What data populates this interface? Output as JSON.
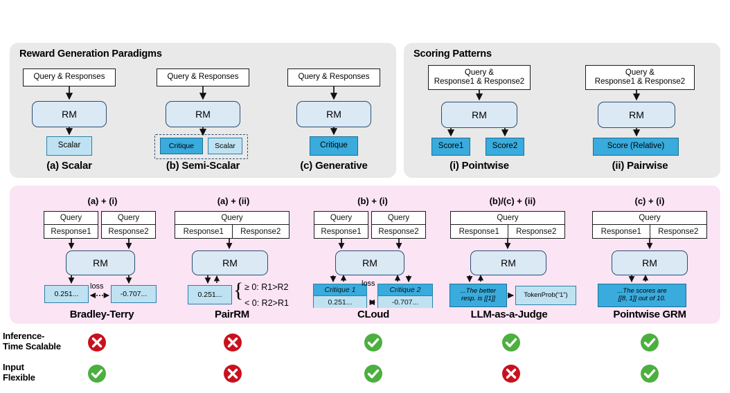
{
  "colors": {
    "panel_gray": "#e9e9e9",
    "panel_pink": "#fbe4f4",
    "rm_fill": "#dbe9f5",
    "light_blue": "#bfe2f2",
    "dark_blue": "#39abdc",
    "check_green": "#4caf3f",
    "cross_red": "#c9111e"
  },
  "top_left_panel": {
    "title": "Reward Generation Paradigms",
    "columns": [
      {
        "input": "Query & Responses",
        "model": "RM",
        "output": "Scalar",
        "output_style": "light",
        "caption": "(a) Scalar"
      },
      {
        "input": "Query & Responses",
        "model": "RM",
        "output_group": [
          "Critique",
          "Scalar"
        ],
        "caption": "(b) Semi-Scalar"
      },
      {
        "input": "Query & Responses",
        "model": "RM",
        "output": "Critique",
        "output_style": "dark",
        "caption": "(c) Generative"
      }
    ]
  },
  "top_right_panel": {
    "title": "Scoring Patterns",
    "columns": [
      {
        "input_line1": "Query &",
        "input_line2": "Response1 & Response2",
        "model": "RM",
        "outputs": [
          "Score1",
          "Score2"
        ],
        "caption": "(i) Pointwise"
      },
      {
        "input_line1": "Query &",
        "input_line2": "Response1 & Response2",
        "model": "RM",
        "outputs": [
          "Score (Relative)"
        ],
        "caption": "(ii) Pairwise"
      }
    ]
  },
  "bottom_panel": {
    "columns": [
      {
        "header": "(a) + (i)",
        "name": "Bradley-Terry",
        "cards": [
          {
            "top": "Query",
            "bottom": [
              "Response1"
            ]
          },
          {
            "top": "Query",
            "bottom": [
              "Response2"
            ]
          }
        ],
        "model": "RM",
        "outputs": [
          "0.251...",
          "-0.707..."
        ],
        "loss_label": "loss"
      },
      {
        "header": "(a) + (ii)",
        "name": "PairRM",
        "cards": [
          {
            "top": "Query",
            "bottom": [
              "Response1",
              "Response2"
            ]
          }
        ],
        "model": "RM",
        "outputs": [
          "0.251..."
        ],
        "brace_lines": [
          "≥ 0: R1>R2",
          "< 0: R2>R1"
        ]
      },
      {
        "header": "(b) + (i)",
        "name": "CLoud",
        "cards": [
          {
            "top": "Query",
            "bottom": [
              "Response1"
            ]
          },
          {
            "top": "Query",
            "bottom": [
              "Response2"
            ]
          }
        ],
        "model": "RM",
        "critiques": [
          {
            "title": "Critique 1",
            "value": "0.251..."
          },
          {
            "title": "Critique 2",
            "value": "-0.707..."
          }
        ],
        "loss_label": "loss"
      },
      {
        "header": "(b)/(c) + (ii)",
        "name": "LLM-as-a-Judge",
        "cards": [
          {
            "top": "Query",
            "bottom": [
              "Response1",
              "Response2"
            ]
          }
        ],
        "model": "RM",
        "judgement_line1": "...The better",
        "judgement_line2": "resp. is [[1]]",
        "token_prob": "TokenProb(“1”)"
      },
      {
        "header": "(c) + (i)",
        "name": "Pointwise GRM",
        "cards": [
          {
            "top": "Query",
            "bottom": [
              "Response1",
              "Response2"
            ]
          }
        ],
        "model": "RM",
        "scores_line1": "...The scores are",
        "scores_line2": "[[8, 1]] out of 10."
      }
    ]
  },
  "comparison_rows": [
    {
      "label_line1": "Inference-",
      "label_line2": "Time Scalable",
      "values": [
        "cross",
        "cross",
        "check",
        "check",
        "check"
      ]
    },
    {
      "label_line1": "Input",
      "label_line2": "Flexible",
      "values": [
        "check",
        "cross",
        "check",
        "cross",
        "check"
      ]
    }
  ]
}
